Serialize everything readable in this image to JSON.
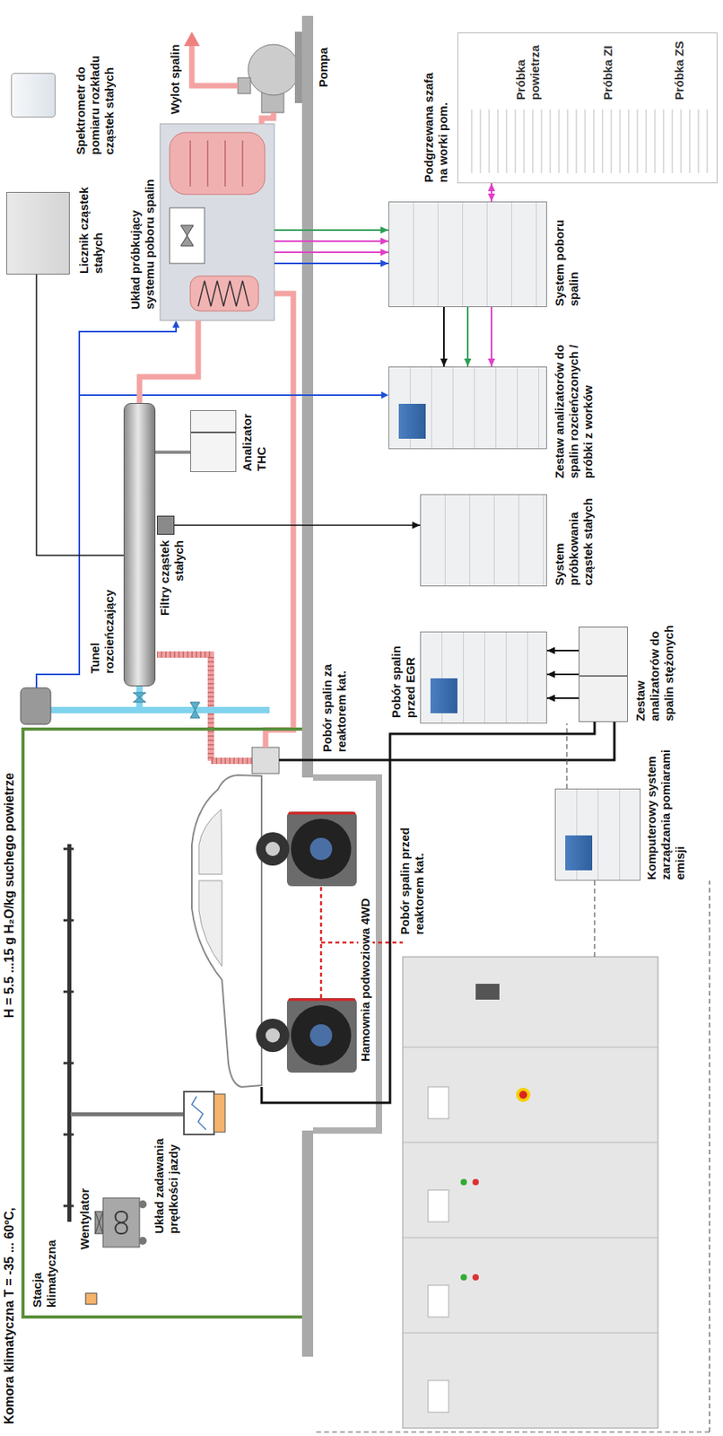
{
  "diagram": {
    "nodes": [
      {
        "text": [
          "Komora klimatyczna T = -35 ... 60ºC,",
          "H = 5.5 ...15 g H₂O/kg suchego powietrze"
        ]
      },
      {
        "text": [
          "Tunel rozcieńczający"
        ]
      },
      {
        "text": [
          "Filtry cząstek stałych"
        ]
      },
      {
        "text": [
          "Analizator THC"
        ]
      },
      {
        "text": [
          "Licznik cząstek stałych"
        ]
      },
      {
        "text": [
          "Spektrometr do pomiaru rozkładu cząstek stałych"
        ]
      },
      {
        "text": [
          "Układ próbkujący systemu poboru spalin"
        ]
      },
      {
        "text": [
          "Pompa"
        ]
      },
      {
        "text": [
          "Podgrzewana szafa na worki pom.",
          "Próbka powietrza",
          "Próbka ZI",
          "Próbka ZS"
        ]
      },
      {
        "text": [
          "Pobór spalin przed EGR"
        ]
      },
      {
        "text": [
          "System próbkowania cząstek stałych"
        ]
      },
      {
        "text": [
          "Zestaw analizatorów do spalin rozcieńczonych / próbki z worków"
        ]
      },
      {
        "text": [
          "System poboru spalin"
        ]
      },
      {
        "text": [
          "Zestaw analizatorów do spalin stężonych"
        ]
      },
      {
        "text": [
          "Komputerowy system zarządzania pomiarami emisji"
        ]
      }
    ],
    "edges": [
      {
        "from": 4,
        "to": 1,
        "arrow": "none"
      },
      {
        "from": 3,
        "to": 1,
        "arrow": "none"
      },
      {
        "from": 2,
        "to": 10,
        "arrow": "to"
      },
      {
        "from": 6,
        "to": 12,
        "arrow": "to"
      },
      {
        "from": 6,
        "to": 12,
        "arrow": "to"
      },
      {
        "from": 6,
        "to": 12,
        "arrow": "to"
      },
      {
        "from": 6,
        "to": 12,
        "arrow": "to"
      },
      {
        "from": 12,
        "to": 8,
        "arrow": "both"
      },
      {
        "from": 12,
        "to": 11,
        "arrow": "to"
      },
      {
        "from": 12,
        "to": 11,
        "arrow": "to"
      },
      {
        "from": 12,
        "to": 11,
        "arrow": "to"
      },
      {
        "from": 13,
        "to": 9,
        "arrow": "to"
      },
      {
        "from": 13,
        "to": 9,
        "arrow": "to"
      },
      {
        "from": 13,
        "to": 9,
        "arrow": "to"
      },
      {
        "from": 1,
        "to": 6,
        "arrow": "none"
      },
      {
        "from": 6,
        "to": 7,
        "arrow": "none"
      }
    ],
    "labels": [
      "Stacja klimatyczna",
      "Wentylator",
      "Układ zadawania prędkości jazdy",
      "Hamownia podwoziowa 4WD",
      "Pobór spalin za reaktorem kat.",
      "Pobór spalin przed reaktorem kat.",
      "Wylot spalin"
    ]
  }
}
